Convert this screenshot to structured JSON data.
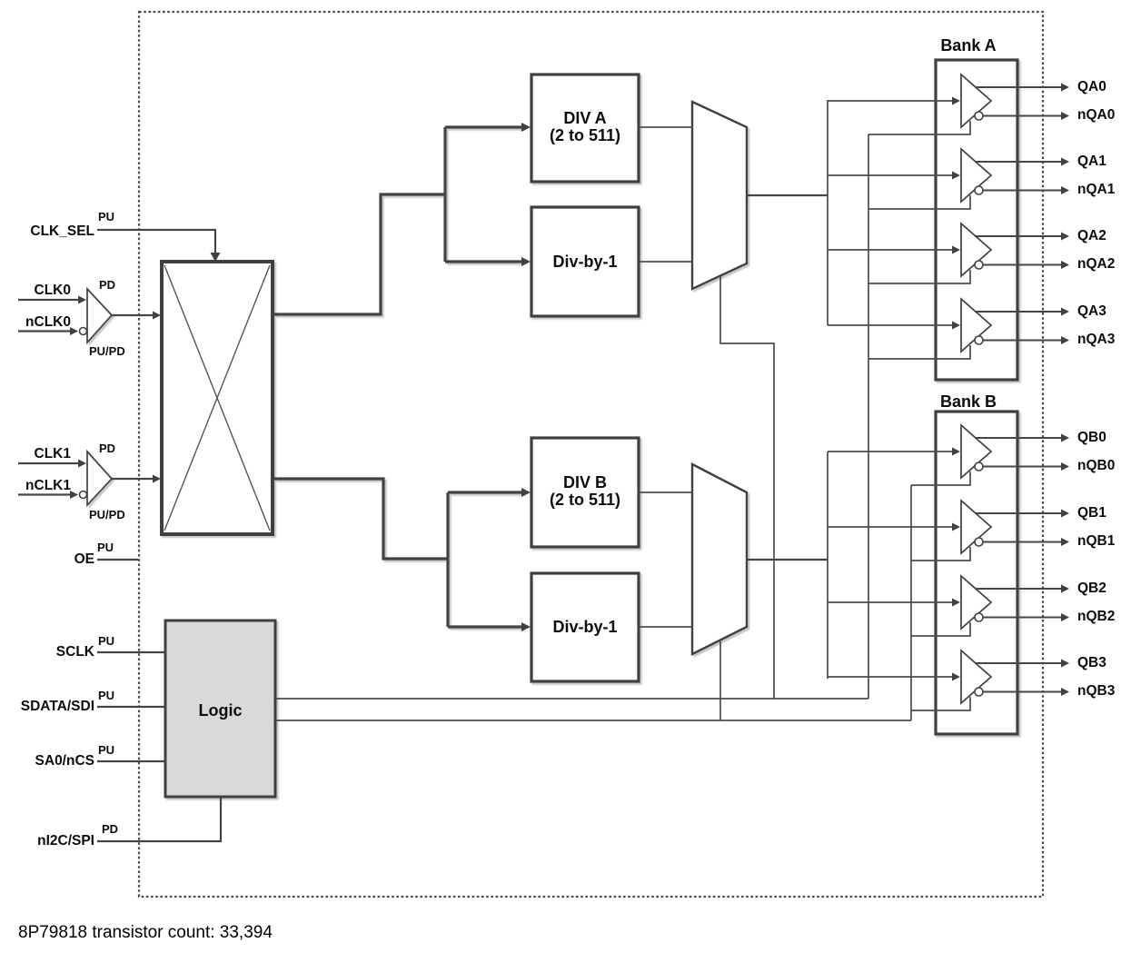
{
  "diagram": {
    "caption": "8P79818 transistor count: 33,394",
    "pins": {
      "clk_sel": {
        "label": "CLK_SEL",
        "pull": "PU"
      },
      "clk0": {
        "label": "CLK0",
        "pull": "PD"
      },
      "nclk0": {
        "label": "nCLK0",
        "pull": "PU/PD"
      },
      "clk1": {
        "label": "CLK1",
        "pull": "PD"
      },
      "nclk1": {
        "label": "nCLK1",
        "pull": "PU/PD"
      },
      "oe": {
        "label": "OE",
        "pull": "PU"
      },
      "sclk": {
        "label": "SCLK",
        "pull": "PU"
      },
      "sdata_sdi": {
        "label": "SDATA/SDI",
        "pull": "PU"
      },
      "sa0_ncs": {
        "label": "SA0/nCS",
        "pull": "PU"
      },
      "ni2c_spi": {
        "label": "nI2C/SPI",
        "pull": "PD"
      }
    },
    "blocks": {
      "div_a_line1": "DIV A",
      "div_a_line2": "(2 to 511)",
      "div_by_1_a": "Div-by-1",
      "div_b_line1": "DIV B",
      "div_b_line2": "(2 to 511)",
      "div_by_1_b": "Div-by-1",
      "logic": "Logic",
      "bank_a": "Bank A",
      "bank_b": "Bank B"
    },
    "outputs": {
      "bank_a": [
        {
          "q": "QA0",
          "nq": "nQA0"
        },
        {
          "q": "QA1",
          "nq": "nQA1"
        },
        {
          "q": "QA2",
          "nq": "nQA2"
        },
        {
          "q": "QA3",
          "nq": "nQA3"
        }
      ],
      "bank_b": [
        {
          "q": "QB0",
          "nq": "nQB0"
        },
        {
          "q": "QB1",
          "nq": "nQB1"
        },
        {
          "q": "QB2",
          "nq": "nQB2"
        },
        {
          "q": "QB3",
          "nq": "nQB3"
        }
      ]
    },
    "colors": {
      "line": "#454545",
      "box_border": "#404040",
      "logic_fill": "#d9d9d9",
      "text": "#0d0d0d",
      "shadow": "#c9c9c9",
      "background": "#ffffff"
    }
  }
}
